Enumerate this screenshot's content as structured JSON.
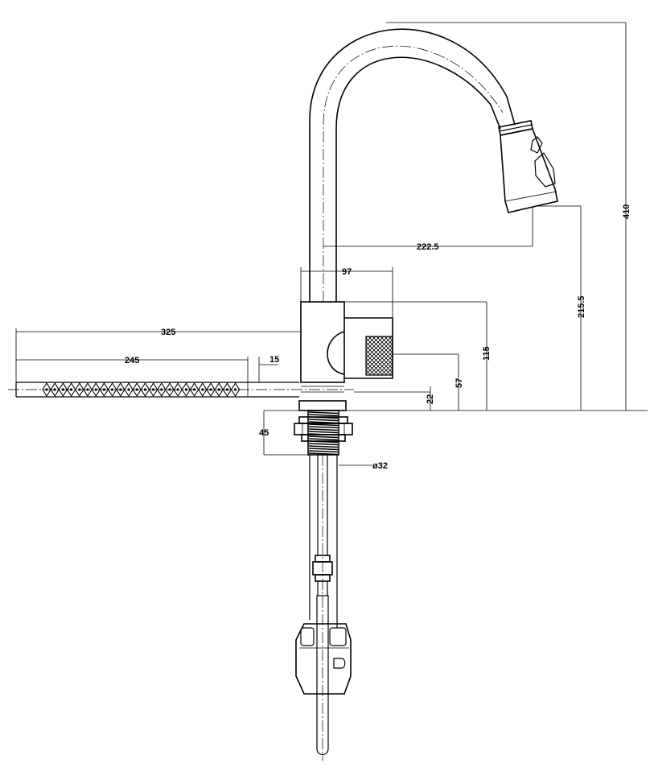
{
  "dimensions": {
    "overall_height": "410",
    "spout_reach": "222.5",
    "outlet_height": "215.5",
    "body_width": "97",
    "body_height": "115",
    "handle_height": "57",
    "base_height": "22",
    "hose_total": "325",
    "hose_threaded": "245",
    "hose_end": "15",
    "mount_depth": "45",
    "shank_diameter": "ø32"
  },
  "colors": {
    "line": "#000000",
    "background": "#ffffff"
  }
}
